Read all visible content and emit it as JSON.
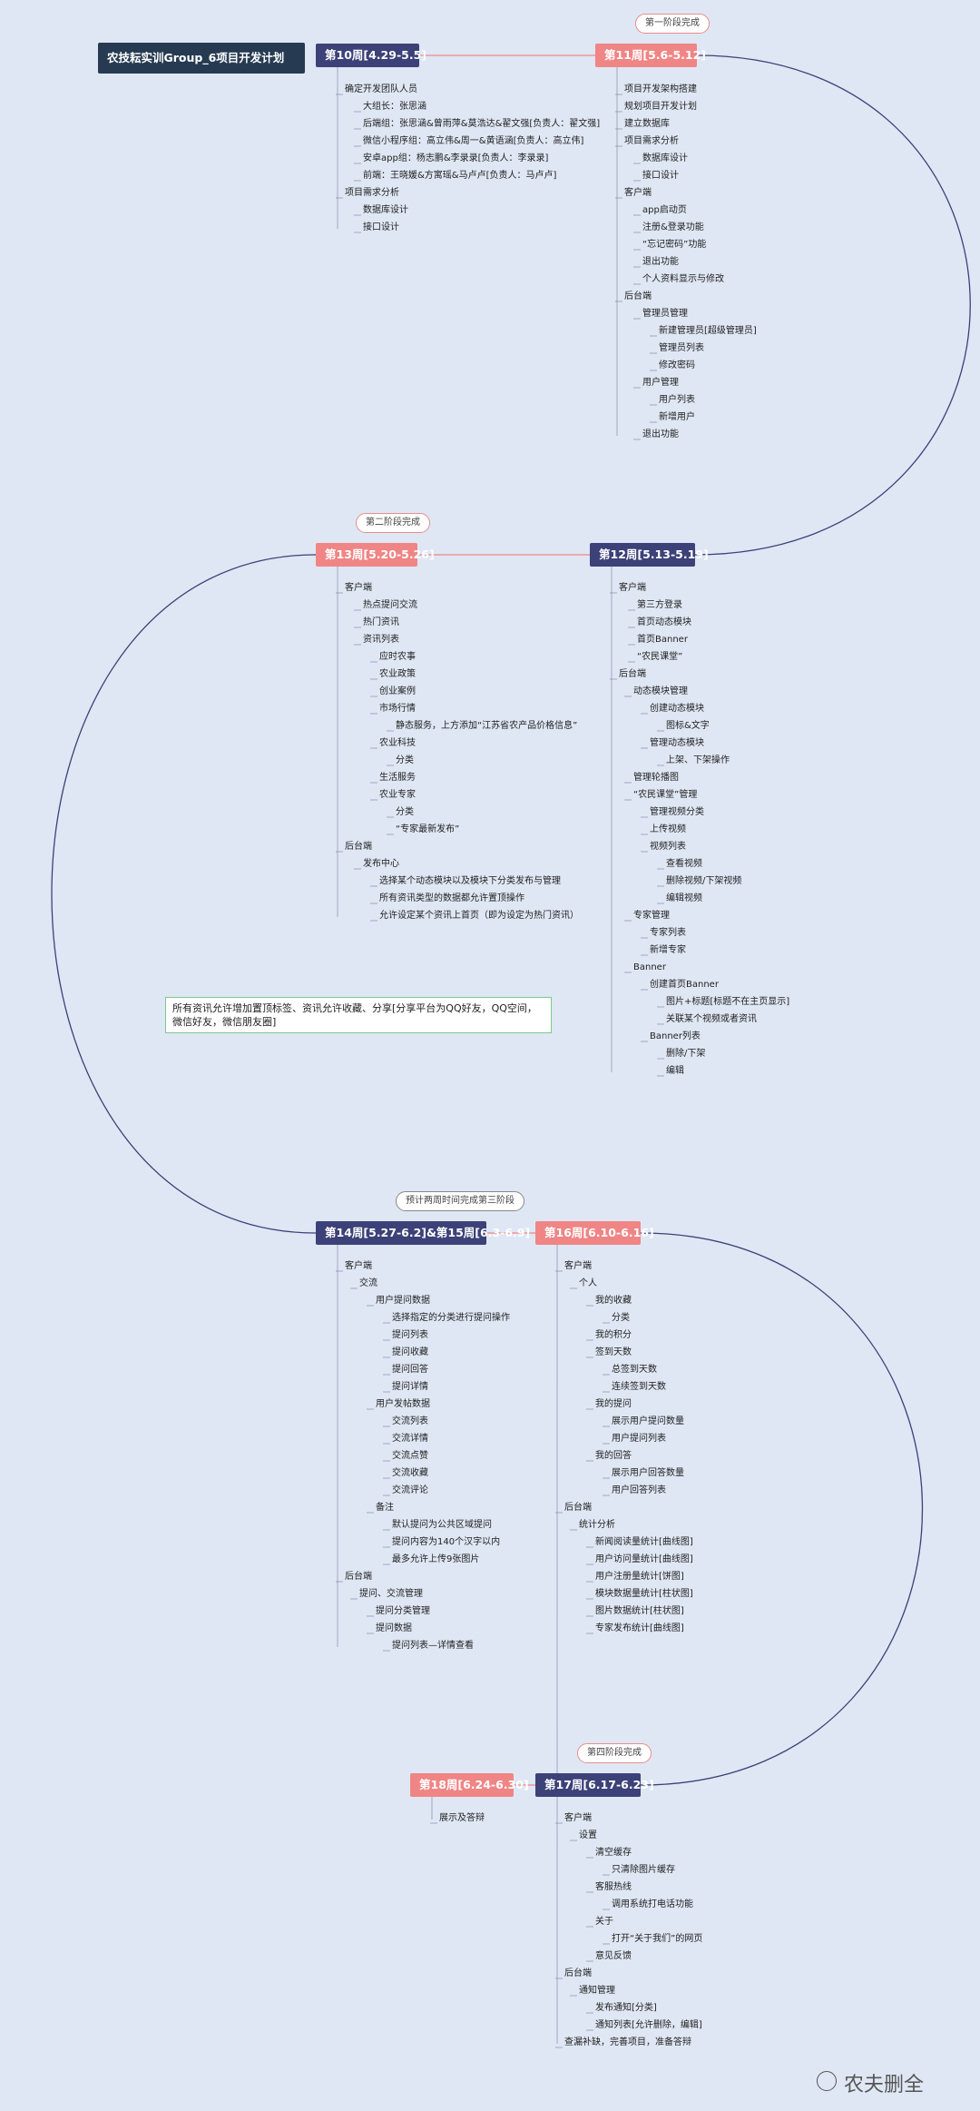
{
  "title": "农技耘实训Group_6项目开发计划",
  "weeks": {
    "w10": "第10周[4.29-5.5]",
    "w11": "第11周[5.6-5.12]",
    "w12": "第12周[5.13-5.19]",
    "w13": "第13周[5.20-5.26]",
    "w1415": "第14周[5.27-6.2]&第15周[6.3-6.9]",
    "w16": "第16周[6.10-6.16]",
    "w17": "第17周[6.17-6.23]",
    "w18": "第18周[6.24-6.30]"
  },
  "tags": {
    "s1": "第一阶段完成",
    "s2": "第二阶段完成",
    "s3": "预计两周时间完成第三阶段",
    "s4": "第四阶段完成"
  },
  "note": "所有资讯允许增加置顶标签、资讯允许收藏、分享[分享平台为QQ好友，QQ空间，微信好友，微信朋友圈]",
  "watermark": "农夫删全",
  "colors": {
    "navy": "#3c4178",
    "pink": "#f08585",
    "connector": "#3c4178",
    "highlight": "#f08585"
  },
  "items": {
    "a1": "确定开发团队人员",
    "a2": "大组长：张思涵",
    "a3": "后端组：张思涵&曾雨萍&莫浩达&翟文强[负责人：翟文强]",
    "a4": "微信小程序组：高立伟&周一&黄语涵[负责人：高立伟]",
    "a5": "安卓app组：杨志鹏&李录录[负责人：李录录]",
    "a6": "前端：王晓媛&方寓瑶&马卢卢[负责人：马卢卢]",
    "a7": "项目需求分析",
    "a8": "数据库设计",
    "a9": "接口设计",
    "b1": "项目开发架构搭建",
    "b2": "规划项目开发计划",
    "b3": "建立数据库",
    "b4": "项目需求分析",
    "b5": "数据库设计",
    "b6": "接口设计",
    "b7": "客户端",
    "b8": "app启动页",
    "b9": "注册&登录功能",
    "b10": "“忘记密码”功能",
    "b11": "退出功能",
    "b12": "个人资料显示与修改",
    "b13": "后台端",
    "b14": "管理员管理",
    "b15": "新建管理员[超级管理员]",
    "b16": "管理员列表",
    "b17": "修改密码",
    "b18": "用户管理",
    "b19": "用户列表",
    "b20": "新增用户",
    "b21": "退出功能",
    "c1": "客户端",
    "c2": "第三方登录",
    "c3": "首页动态模块",
    "c4": "首页Banner",
    "c5": "“农民课堂”",
    "c6": "后台端",
    "c7": "动态模块管理",
    "c8": "创建动态模块",
    "c9": "图标&文字",
    "c10": "管理动态模块",
    "c11": "上架、下架操作",
    "c12": "管理轮播图",
    "c13": "“农民课堂”管理",
    "c14": "管理视频分类",
    "c15": "上传视频",
    "c16": "视频列表",
    "c17": "查看视频",
    "c18": "删除视频/下架视频",
    "c19": "编辑视频",
    "c20": "专家管理",
    "c21": "专家列表",
    "c22": "新增专家",
    "c23": "Banner",
    "c24": "创建首页Banner",
    "c25": "图片+标题[标题不在主页显示]",
    "c26": "关联某个视频或者资讯",
    "c27": "Banner列表",
    "c28": "删除/下架",
    "c29": "编辑",
    "d1": "客户端",
    "d2": "热点提问交流",
    "d3": "热门资讯",
    "d4": "资讯列表",
    "d5": "应时农事",
    "d6": "农业政策",
    "d7": "创业案例",
    "d8": "市场行情",
    "d9": "静态服务，上方添加“江苏省农产品价格信息”",
    "d10": "农业科技",
    "d11": "分类",
    "d12": "生活服务",
    "d13": "农业专家",
    "d14": "分类",
    "d15": "“专家最新发布”",
    "d16": "后台端",
    "d17": "发布中心",
    "d18": "选择某个动态模块以及模块下分类发布与管理",
    "d19": "所有资讯类型的数据都允许置顶操作",
    "d20": "允许设定某个资讯上首页（即为设定为热门资讯）",
    "e1": "客户端",
    "e2": "交流",
    "e3": "用户提问数据",
    "e4": "选择指定的分类进行提问操作",
    "e5": "提问列表",
    "e6": "提问收藏",
    "e7": "提问回答",
    "e8": "提问详情",
    "e9": "用户发帖数据",
    "e10": "交流列表",
    "e11": "交流详情",
    "e12": "交流点赞",
    "e13": "交流收藏",
    "e14": "交流评论",
    "e15": "备注",
    "e16": "默认提问为公共区域提问",
    "e17": "提问内容为140个汉字以内",
    "e18": "最多允许上传9张图片",
    "e19": "后台端",
    "e20": "提问、交流管理",
    "e21": "提问分类管理",
    "e22": "提问数据",
    "e23": "提问列表—详情查看",
    "f1": "客户端",
    "f2": "个人",
    "f3": "我的收藏",
    "f4": "分类",
    "f5": "我的积分",
    "f6": "签到天数",
    "f7": "总签到天数",
    "f8": "连续签到天数",
    "f9": "我的提问",
    "f10": "展示用户提问数量",
    "f11": "用户提问列表",
    "f12": "我的回答",
    "f13": "展示用户回答数量",
    "f14": "用户回答列表",
    "f15": "后台端",
    "f16": "统计分析",
    "f17": "新闻阅读量统计[曲线图]",
    "f18": "用户访问量统计[曲线图]",
    "f19": "用户注册量统计[饼图]",
    "f20": "模块数据量统计[柱状图]",
    "f21": "图片数据统计[柱状图]",
    "f22": "专家发布统计[曲线图]",
    "g1": "客户端",
    "g2": "设置",
    "g3": "清空缓存",
    "g4": "只清除图片缓存",
    "g5": "客服热线",
    "g6": "调用系统打电话功能",
    "g7": "关于",
    "g8": "打开“关于我们”的网页",
    "g9": "意见反馈",
    "g10": "后台端",
    "g11": "通知管理",
    "g12": "发布通知[分类]",
    "g13": "通知列表[允许删除，编辑]",
    "g14": "查漏补缺，完善项目，准备答辩",
    "h1": "展示及答辩"
  }
}
